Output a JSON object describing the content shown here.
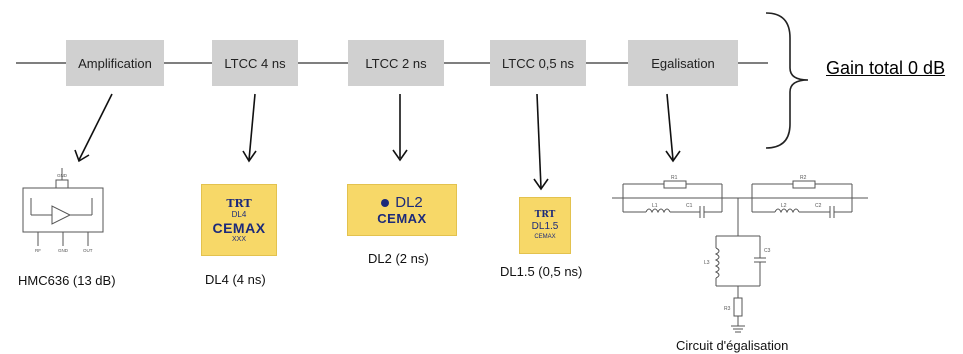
{
  "chain": {
    "blocks": [
      {
        "label": "Amplification"
      },
      {
        "label": "LTCC 4 ns"
      },
      {
        "label": "LTCC 2 ns"
      },
      {
        "label": "LTCC 0,5 ns"
      },
      {
        "label": "Egalisation"
      }
    ],
    "total_gain": "Gain total 0 dB"
  },
  "components": {
    "amp_caption": "HMC636 (13 dB)",
    "amp_pin_labels": [
      "GND",
      "RF",
      "GND",
      "OUT"
    ],
    "dl4": {
      "logo": "TRT",
      "part": "DL4",
      "brand": "CEMAX",
      "mark": "XXX",
      "caption": "DL4 (4 ns)"
    },
    "dl2": {
      "part": "DL2",
      "brand": "CEMAX",
      "caption": "DL2 (2 ns)"
    },
    "dl15": {
      "logo": "TRT",
      "part": "DL1.5",
      "brand": "CEMAX",
      "caption": "DL1.5 (0,5 ns)"
    },
    "eq": {
      "caption": "Circuit d'égalisation",
      "labels": {
        "r1": "R1",
        "l1": "L1",
        "c1": "C1",
        "r2": "R2",
        "l2": "L2",
        "c2": "C2",
        "l3": "L3",
        "c3": "C3",
        "r3": "R3"
      }
    }
  },
  "colors": {
    "block_fill": "#d0d0d0",
    "chip_fill": "#f7d868",
    "chip_text": "#1c2a7a"
  }
}
